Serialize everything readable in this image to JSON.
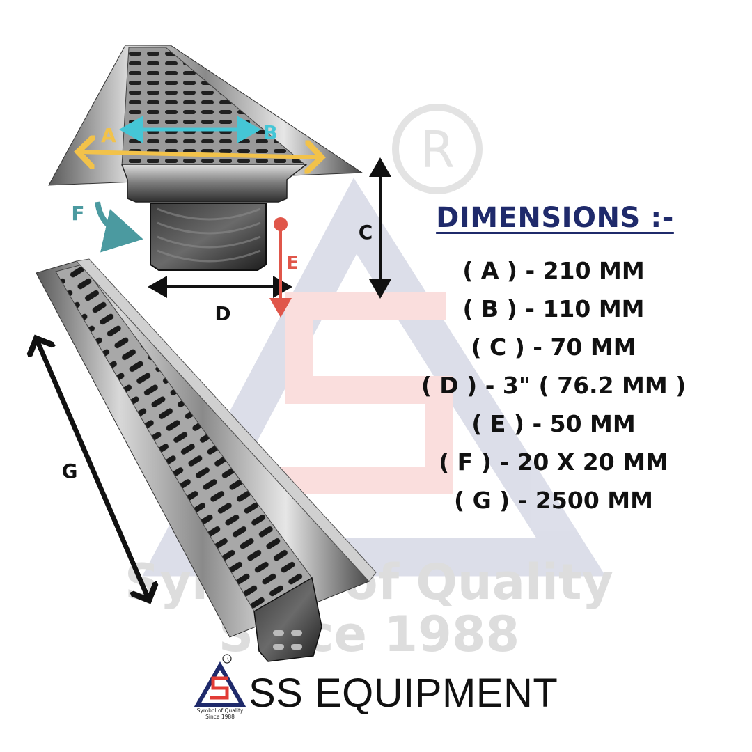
{
  "heading": "DIMENSIONS :-",
  "dimensions": [
    "( A ) - 210 MM",
    "( B ) - 110 MM",
    "( C ) - 70 MM",
    "( D ) - 3\" ( 76.2 MM )",
    "( E ) - 50 MM",
    "( F ) - 20 X 20 MM",
    "( G ) - 2500 MM"
  ],
  "labels": {
    "a": "A",
    "b": "B",
    "c": "C",
    "d": "D",
    "e": "E",
    "f": "F",
    "g": "G"
  },
  "watermark": {
    "registered": "R",
    "line1": "Symbol of Quality",
    "line2": "Since 1988"
  },
  "brand": {
    "name": "SS EQUIPMENT",
    "tagline1": "Symbol of Quality",
    "tagline2": "Since 1988",
    "registered": "R"
  },
  "colors": {
    "heading": "#1f2a6b",
    "arrow_a": "#f2c24a",
    "arrow_b": "#45c6d6",
    "arrow_e": "#e0564a",
    "arrow_f": "#4b9aa0",
    "arrow_dark": "#111111",
    "logo_navy": "#1f2a6b",
    "logo_red": "#e23b35"
  }
}
